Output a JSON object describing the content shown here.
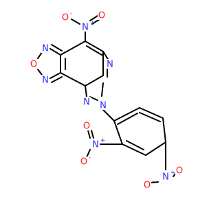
{
  "molecule": {
    "colors": {
      "bond": "#000000",
      "N": "#2b2bff",
      "O": "#ff1a1a",
      "background": "#ffffff"
    },
    "atoms": [
      {
        "id": "a_N_ox1",
        "symbol": "N"
      },
      {
        "id": "a_O_ox",
        "symbol": "O"
      },
      {
        "id": "a_N_ox2",
        "symbol": "N"
      },
      {
        "id": "a_N_nitro1",
        "symbol": "N",
        "charge": "+"
      },
      {
        "id": "a_O_nitro1a",
        "symbol": "O",
        "charge": "-"
      },
      {
        "id": "a_O_nitro1b",
        "symbol": "O"
      },
      {
        "id": "a_N_tri1",
        "symbol": "N"
      },
      {
        "id": "a_N_tri2",
        "symbol": "N"
      },
      {
        "id": "a_N_tri3",
        "symbol": "N"
      },
      {
        "id": "a_N_nitro2",
        "symbol": "N",
        "charge": "+"
      },
      {
        "id": "a_O_nitro2a",
        "symbol": "O"
      },
      {
        "id": "a_O_nitro2b",
        "symbol": "O",
        "charge": "-"
      },
      {
        "id": "a_N_nitro3",
        "symbol": "N",
        "charge": "+"
      },
      {
        "id": "a_O_nitro3a",
        "symbol": "O",
        "charge": "-"
      },
      {
        "id": "a_O_nitro3b",
        "symbol": "O"
      }
    ]
  }
}
